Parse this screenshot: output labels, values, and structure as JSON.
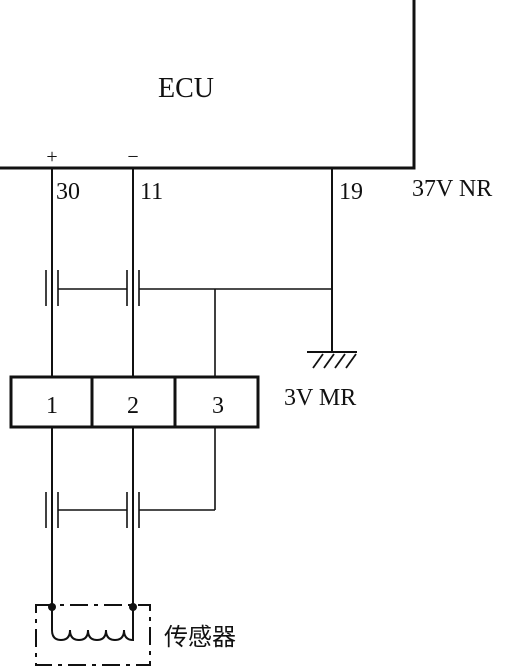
{
  "ecu": {
    "label": "ECU",
    "pin_plus_sign": "+",
    "pin_minus_sign": "−"
  },
  "pins": {
    "p30": "30",
    "p11": "11",
    "p19": "19"
  },
  "ecu_ground_label": "37V  NR",
  "chassis_ground_label": "3V  MR",
  "connector": {
    "cells": [
      "1",
      "2",
      "3"
    ]
  },
  "sensor": {
    "label": "传感器"
  }
}
